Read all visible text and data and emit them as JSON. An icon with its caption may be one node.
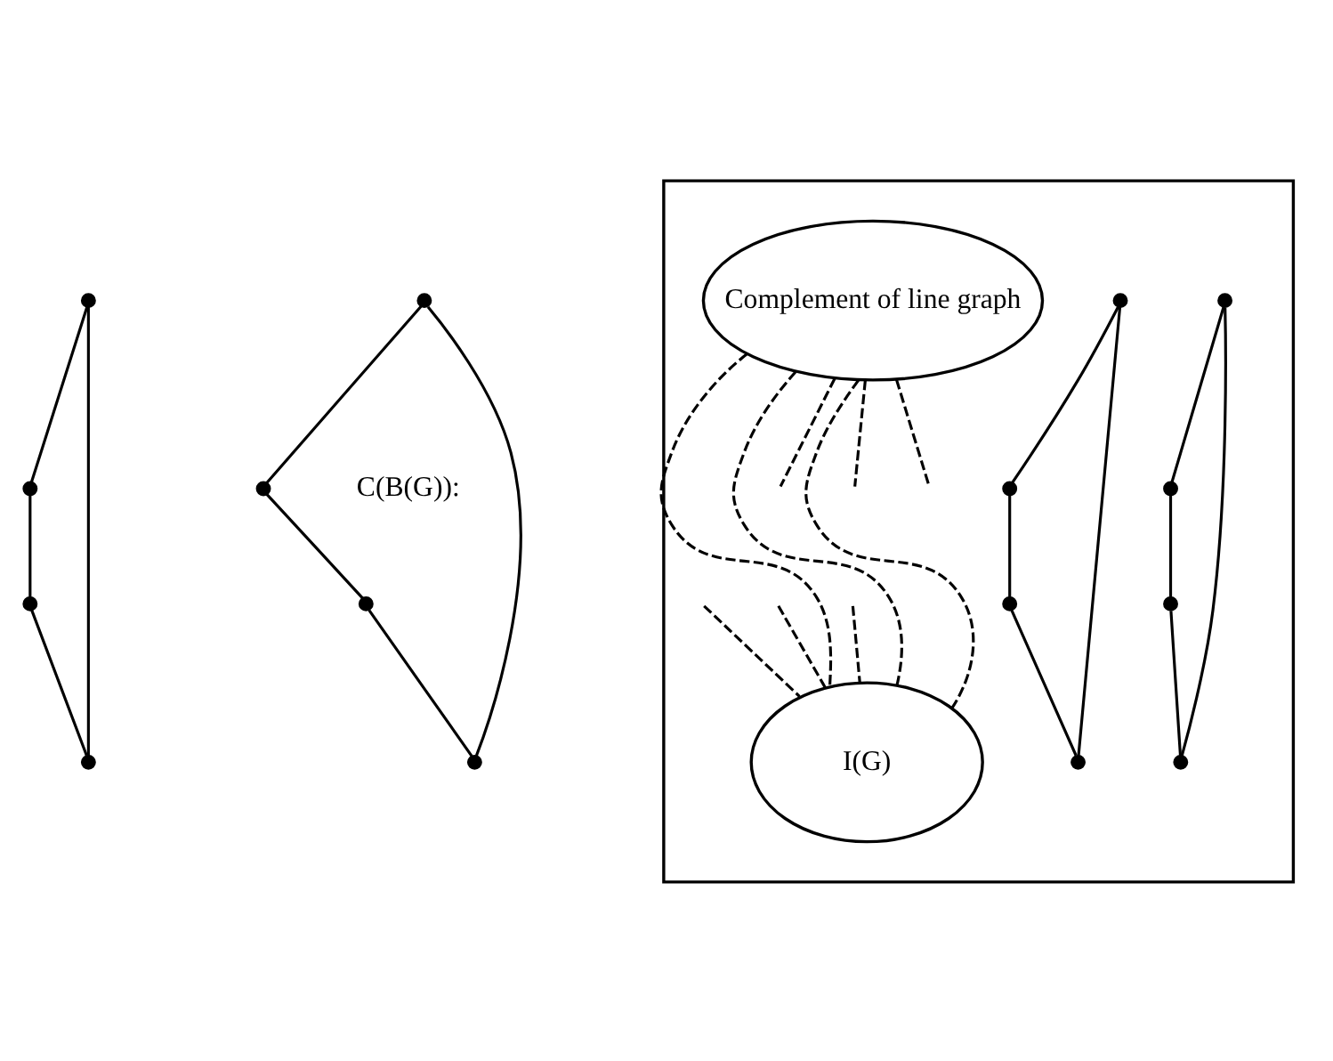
{
  "diagram": {
    "nodes": [
      {
        "text": [],
        "shape": "circle"
      },
      {
        "text": [],
        "shape": "circle"
      },
      {
        "text": [],
        "shape": "circle"
      },
      {
        "text": [],
        "shape": "circle"
      },
      {
        "text": [],
        "shape": "circle"
      },
      {
        "text": [],
        "shape": "circle"
      },
      {
        "text": [],
        "shape": "circle"
      },
      {
        "text": [],
        "shape": "circle"
      },
      {
        "text": [],
        "shape": "box"
      },
      {
        "text": [],
        "shape": "circle",
        "in": 8
      },
      {
        "text": [],
        "shape": "circle",
        "in": 8
      },
      {
        "text": [],
        "shape": "circle",
        "in": 8
      },
      {
        "text": [],
        "shape": "circle",
        "in": 8
      },
      {
        "text": [],
        "shape": "circle",
        "in": 8
      },
      {
        "text": [],
        "shape": "circle",
        "in": 8
      },
      {
        "text": [],
        "shape": "circle",
        "in": 8
      },
      {
        "text": [],
        "shape": "circle",
        "in": 8
      },
      {
        "text": [
          "Complement of line graph"
        ],
        "in": 8
      },
      {
        "text": [
          "I(G)"
        ],
        "in": 8
      }
    ],
    "edges": [
      {
        "from": 0,
        "to": 3,
        "arrow": "none"
      },
      {
        "from": 0,
        "to": 7,
        "arrow": "none"
      },
      {
        "from": 1,
        "to": 2,
        "arrow": "none"
      },
      {
        "from": 1,
        "to": 6,
        "arrow": "none"
      },
      {
        "from": 2,
        "to": 5,
        "arrow": "none"
      },
      {
        "from": 3,
        "to": 4,
        "arrow": "none"
      },
      {
        "from": 4,
        "to": 7,
        "arrow": "none"
      },
      {
        "from": 5,
        "to": 6,
        "arrow": "none"
      },
      {
        "from": 9,
        "to": 12,
        "arrow": "none"
      },
      {
        "from": 9,
        "to": 16,
        "arrow": "none"
      },
      {
        "from": 10,
        "to": 11,
        "arrow": "none"
      },
      {
        "from": 10,
        "to": 15,
        "arrow": "none"
      },
      {
        "from": 11,
        "to": 14,
        "arrow": "none"
      },
      {
        "from": 12,
        "to": 13,
        "arrow": "none"
      },
      {
        "from": 13,
        "to": 16,
        "arrow": "none"
      },
      {
        "from": 14,
        "to": 15,
        "arrow": "none"
      },
      {
        "from": 17,
        "to": null,
        "arrow": "none",
        "style": "dashed"
      },
      {
        "from": 17,
        "to": null,
        "arrow": "none",
        "style": "dashed"
      },
      {
        "from": 17,
        "to": null,
        "arrow": "none",
        "style": "dashed"
      },
      {
        "from": 17,
        "to": 18,
        "arrow": "none",
        "style": "dashed"
      },
      {
        "from": 17,
        "to": 18,
        "arrow": "none",
        "style": "dashed"
      },
      {
        "from": 17,
        "to": 18,
        "arrow": "none",
        "style": "dashed"
      },
      {
        "from": 18,
        "to": null,
        "arrow": "none",
        "style": "dashed"
      },
      {
        "from": 18,
        "to": null,
        "arrow": "none",
        "style": "dashed"
      },
      {
        "from": 18,
        "to": null,
        "arrow": "none",
        "style": "dashed"
      }
    ],
    "labels": [
      "C(B(G)):"
    ]
  }
}
